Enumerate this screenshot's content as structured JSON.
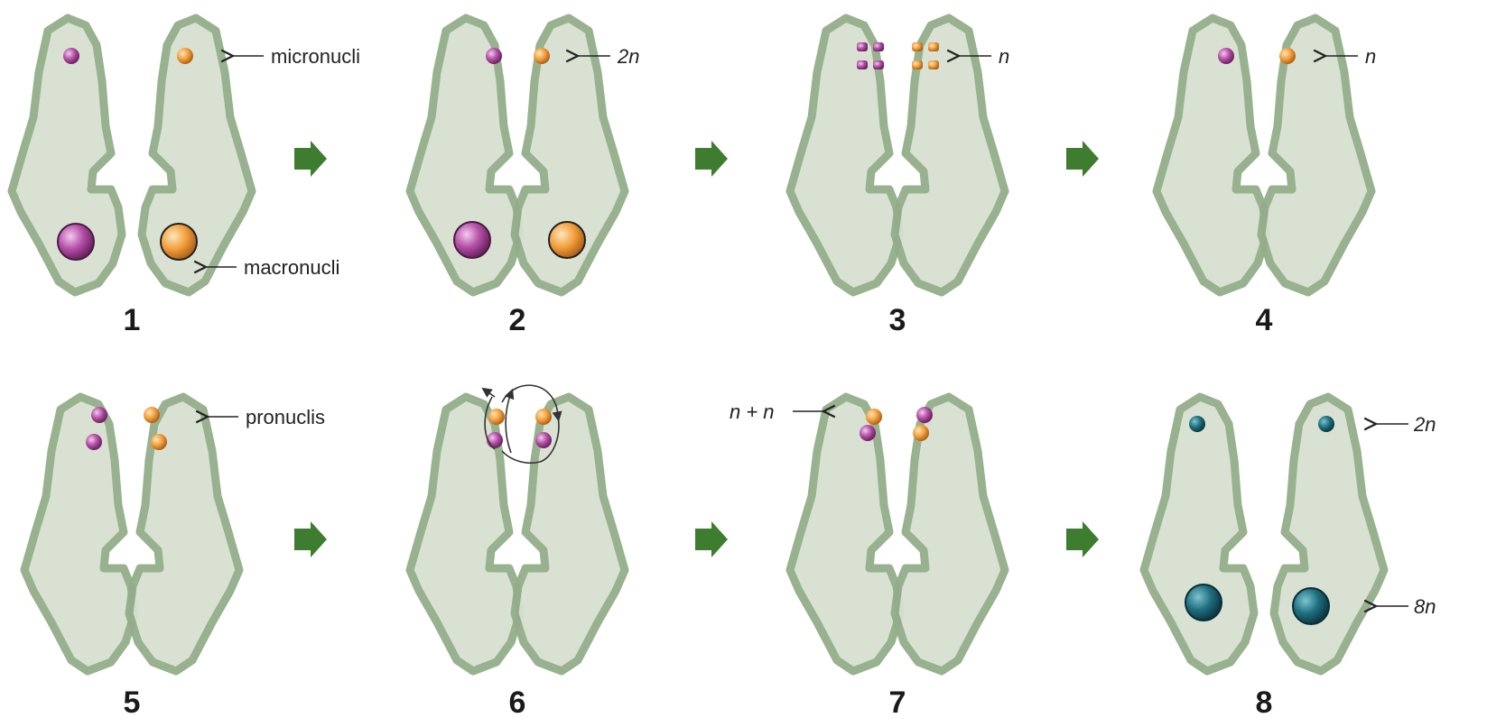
{
  "colors": {
    "cell_fill": "#d7e0d1",
    "cell_border": "#93ad8a",
    "purple_nucleus": "#b44fa6",
    "orange_nucleus": "#f3a03c",
    "teal_nucleus": "#1f6f80",
    "step_arrow": "#3e7d2f"
  },
  "stages": [
    {
      "number": "1"
    },
    {
      "number": "2"
    },
    {
      "number": "3"
    },
    {
      "number": "4"
    },
    {
      "number": "5"
    },
    {
      "number": "6"
    },
    {
      "number": "7"
    },
    {
      "number": "8"
    }
  ],
  "labels": {
    "micronuclei": "micronucli",
    "macronuclei": "macronucli",
    "stage2": "2n",
    "stage3": "n",
    "stage4": "n",
    "pronuclei": "pronuclis",
    "stage7": "n + n",
    "stage8_micro": "2n",
    "stage8_macro": "8n"
  },
  "icons": {
    "step_arrow": "right-arrow-icon",
    "exchange": "circular-exchange-arrow-icon"
  }
}
